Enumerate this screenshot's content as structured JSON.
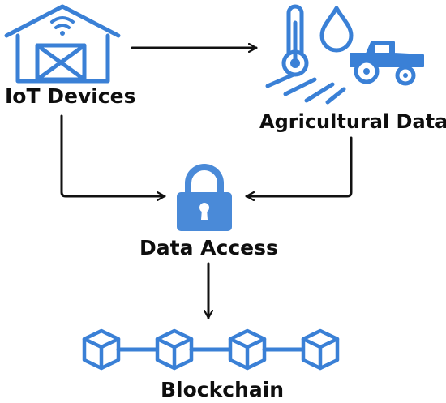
{
  "nodes": {
    "iot_devices": {
      "label": "IoT Devices",
      "icon": "barn-wifi-icon"
    },
    "agricultural_data": {
      "label": "Agricultural Data",
      "icon": "thermometer-drop-tractor-icon"
    },
    "data_access": {
      "label": "Data Access",
      "icon": "padlock-icon"
    },
    "blockchain": {
      "label": "Blockchain",
      "icon": "linked-cubes-icon"
    }
  },
  "edges": [
    {
      "from": "iot_devices",
      "to": "agricultural_data"
    },
    {
      "from": "iot_devices",
      "to": "data_access"
    },
    {
      "from": "agricultural_data",
      "to": "data_access"
    },
    {
      "from": "data_access",
      "to": "blockchain"
    }
  ],
  "colors": {
    "icon_blue": "#3a80d6",
    "lock_blue": "#4a8ad8",
    "arrow": "#111111",
    "text": "#0e0e0e"
  }
}
